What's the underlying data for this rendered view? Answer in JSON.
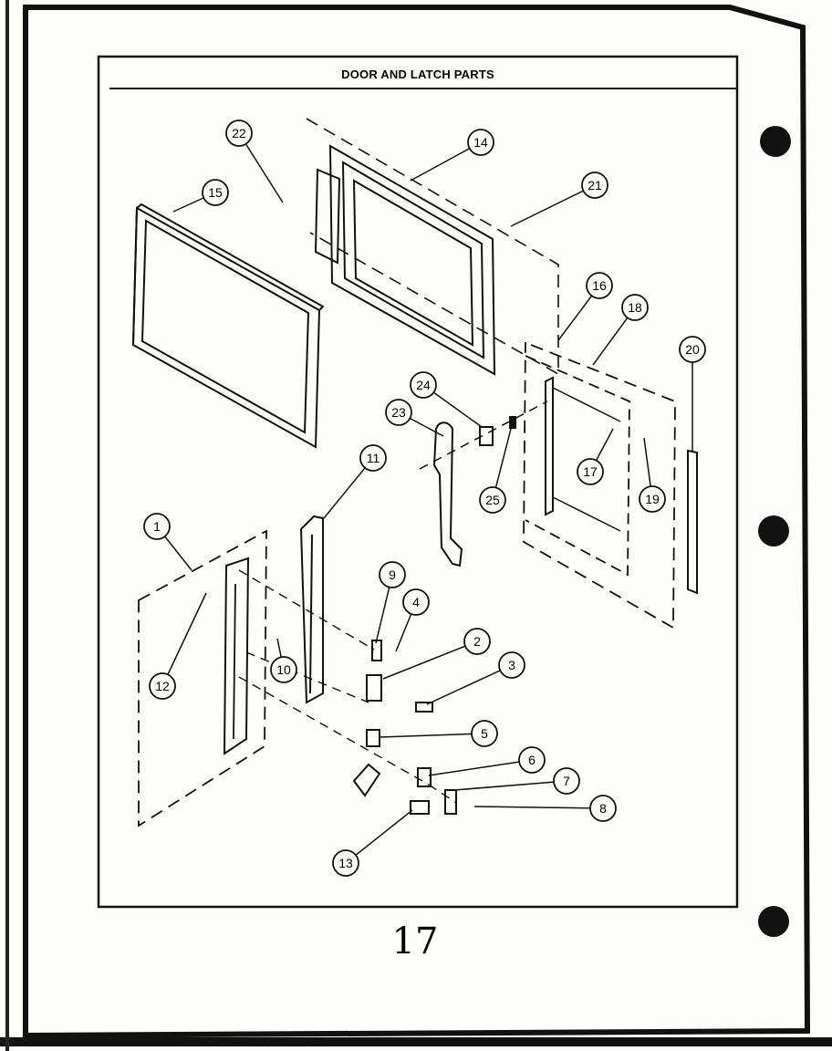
{
  "title": "DOOR AND LATCH PARTS",
  "page_number": "17",
  "callouts": [
    "22",
    "14",
    "21",
    "15",
    "16",
    "18",
    "20",
    "24",
    "23",
    "17",
    "19",
    "25",
    "11",
    "1",
    "9",
    "4",
    "2",
    "3",
    "12",
    "10",
    "5",
    "6",
    "7",
    "8",
    "13"
  ]
}
